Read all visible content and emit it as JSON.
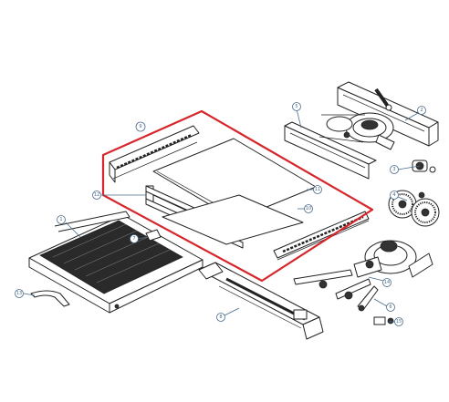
{
  "highlight_color": "#d6262b",
  "callout_color": "#4a6b8a",
  "callouts": {
    "group": "9",
    "c1": "1",
    "c2": "2",
    "c3": "3",
    "c4": "4",
    "c5": "5",
    "c6": "6",
    "c7": "7",
    "c8": "8",
    "c10": "10",
    "c11": "11",
    "c12": "12",
    "c13": "13",
    "c14": "14",
    "c15": "15"
  }
}
